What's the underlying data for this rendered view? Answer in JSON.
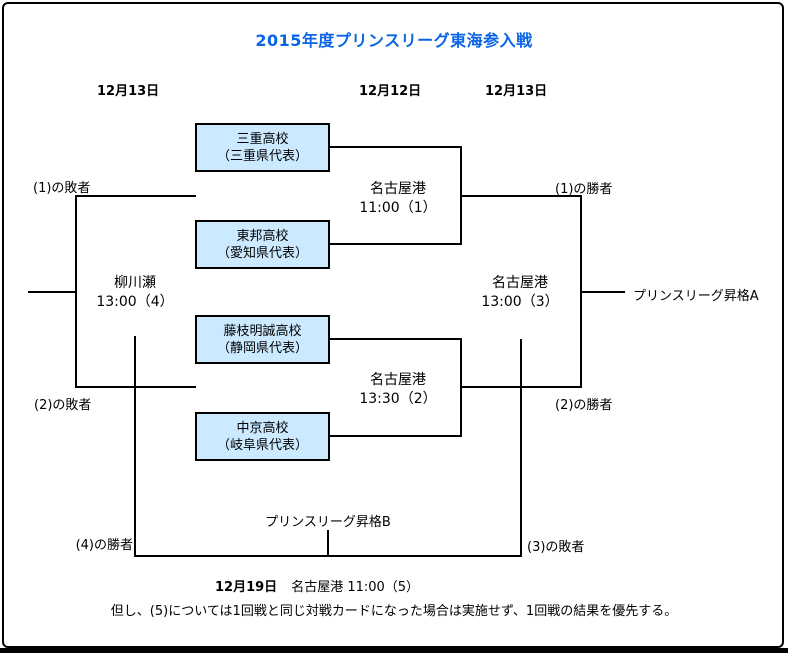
{
  "title": "2015年度プリンスリーグ東海参入戦",
  "dates": {
    "left": "12月13日",
    "middle": "12月12日",
    "right": "12月13日"
  },
  "teams": [
    {
      "name": "三重高校",
      "rep": "（三重県代表）"
    },
    {
      "name": "東邦高校",
      "rep": "（愛知県代表）"
    },
    {
      "name": "藤枝明誠高校",
      "rep": "（静岡県代表）"
    },
    {
      "name": "中京高校",
      "rep": "（岐阜県代表）"
    }
  ],
  "matches": {
    "m1": {
      "venue": "名古屋港",
      "time": "11:00（1）"
    },
    "m2": {
      "venue": "名古屋港",
      "time": "13:30（2）"
    },
    "m3": {
      "venue": "名古屋港",
      "time": "13:00（3）"
    },
    "m4": {
      "venue": "柳川瀬",
      "time": "13:00（4）"
    },
    "m5": {
      "date": "12月19日",
      "venue_time": "名古屋港 11:00（5）"
    }
  },
  "labels": {
    "loser1": "(1)の敗者",
    "loser2": "(2)の敗者",
    "winner1": "(1)の勝者",
    "winner2": "(2)の勝者",
    "winner4": "(4)の勝者",
    "loser3": "(3)の敗者",
    "promotion_a": "プリンスリーグ昇格A",
    "promotion_b": "プリンスリーグ昇格B"
  },
  "note": "但し、(5)については1回戦と同じ対戦カードになった場合は実施せず、1回戦の結果を優先する。",
  "colors": {
    "title_text": "#0a64e6",
    "team_box_fill": "#cceaff",
    "line": "#000000"
  }
}
